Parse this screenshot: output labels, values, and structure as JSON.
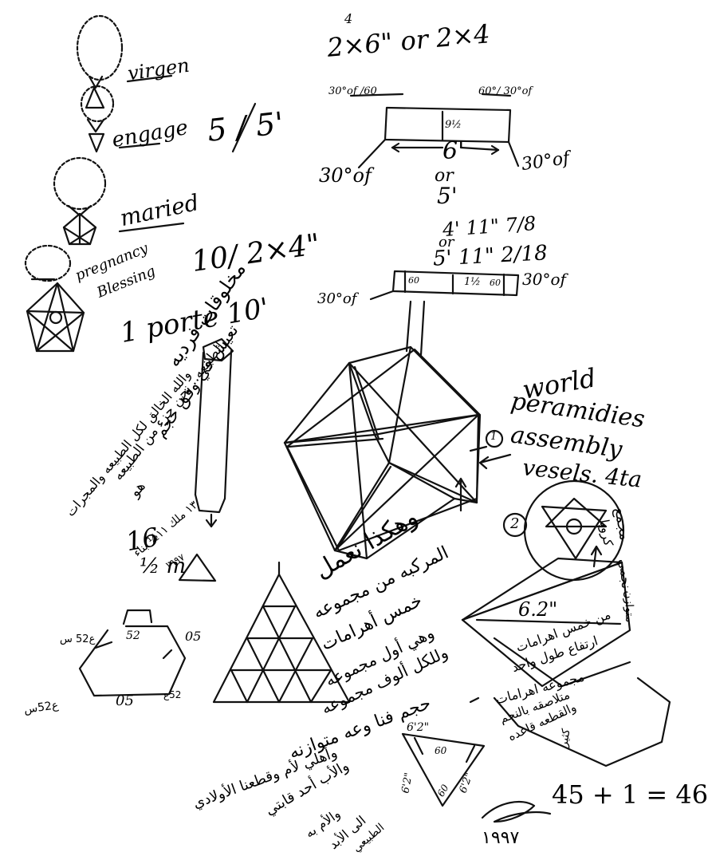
{
  "labels": {
    "virgin": "virgen",
    "engage": "engage",
    "maried": "maried",
    "pregnancy": "pregnancy",
    "blessing": "Blessing",
    "ratio_top": "5 / 5'",
    "ratio_mid": "10/ 2×4\"",
    "porte": "1 porte 10'",
    "dims_top": "2×6\" or 2×4",
    "dims_top_super": "4",
    "beam_length": "6'",
    "beam_or": "or",
    "beam_alt": "5'",
    "beam_depth": "9½",
    "beam_end_left": "30°of  /60",
    "beam_end_right": "60°/ 30°of",
    "beam_cut_left": "30°of",
    "beam_cut_right": "30°of",
    "dims_mid_a": "4' 11\" 7/8",
    "dims_mid_or": "or",
    "dims_mid_b": "5' 11\" 2/18",
    "beam2_left_end": "30°of",
    "beam2_right_end": "30°of",
    "beam2_depth": "1½",
    "beam2_inner_left": "60",
    "beam2_inner_right": "60",
    "world_1": "world",
    "world_2": "peramidies",
    "world_3": "assembly",
    "world_4": "vesels. 4ta",
    "circle_one": "1",
    "circle_two": "2",
    "big_triangle_dim": "6.2\"",
    "small_tri_top": "6'2\"",
    "small_tri_60a": "60",
    "small_tri_60b": "60",
    "small_tri_side": "6'2\"",
    "small_tri_side2": "6'2\"",
    "hex_52_top": "52",
    "hex_05_right": "05",
    "hex_left": "ع52 س",
    "hex_bottom": "05",
    "hex_bottom_right": "52ع",
    "hex_bottom_left": "ع52س",
    "half_m": "½ m",
    "sixteen": "16",
    "equation": "45 + 1 = 46",
    "year": "١٩٩٧",
    "signature": "signature",
    "ar_block_1": "مخلوقات فرديه",
    "ar_block_2": "تعيش في وفق حجم",
    "ar_block_3": "الطبيعه.. نحن جزء من الطبيعه",
    "ar_block_4": "والله الخالق لكل الطبيعه والمجرات",
    "ar_block_5": "هو",
    "ar_block_6": "١٣ ملك ١١½ بناء",
    "ar_block_7": "١٩٩٧",
    "ar_center_1": "وهكذا نعمل",
    "ar_center_2": "المركبه من مجموعه",
    "ar_center_3": "خمس أهرامات",
    "ar_center_4": "وهي أول مجموعه",
    "ar_center_5": "وللكل ألوف مجموعه",
    "ar_center_6": "حجم فنا وعه متوازنه",
    "ar_center_7": "وأهلي لأم وقطعنا الأولادي",
    "ar_center_8": "والأب أحد قابتي",
    "ar_center_9": "والأم به",
    "ar_center_10": "الى الأبد",
    "ar_center_11": "الطبيعي",
    "ar_right_1": "مجمع",
    "ar_right_2": "كرويا",
    "ar_right_3": "نجمي",
    "ar_right_4": "متوازن",
    "ar_right_5": "من خمس اهرامات",
    "ar_right_6": "ارتفاع طول واحد",
    "ar_right_7": "مجموعه اهرامات",
    "ar_right_8": "متلاصقه بالنجم",
    "ar_right_9": "والقطعه قاعده",
    "ar_right_10": "كثير"
  }
}
